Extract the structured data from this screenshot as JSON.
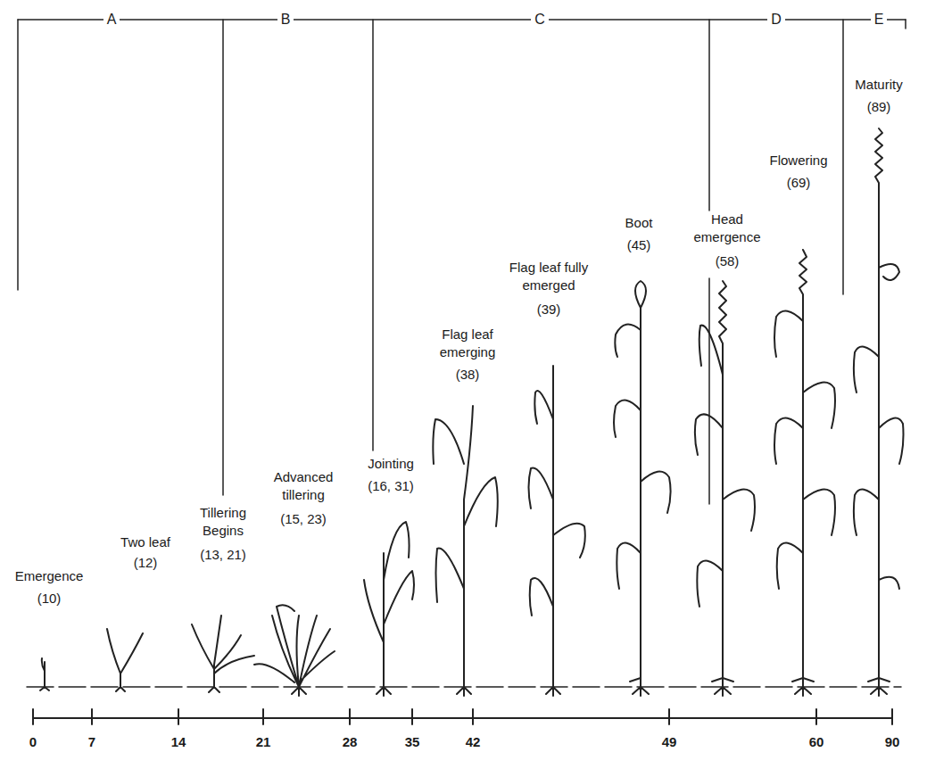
{
  "diagram": {
    "labels": [
      "A",
      "B",
      "C",
      "D",
      "E",
      "Emergence",
      "(10)",
      "Two leaf",
      "(12)",
      "Tillering Begins",
      "(13, 21)",
      "Advanced tillering",
      "(15, 23)",
      "Jointing",
      "(16, 31)",
      "Flag leaf emerging",
      "(38)",
      "Flag leaf fully emerged",
      "(39)",
      "Boot",
      "(45)",
      "Head emergence",
      "(58)",
      "Flowering",
      "(69)",
      "Maturity",
      "(89)",
      "0",
      "7",
      "14",
      "21",
      "28",
      "35",
      "42",
      "49",
      "60",
      "90"
    ]
  }
}
